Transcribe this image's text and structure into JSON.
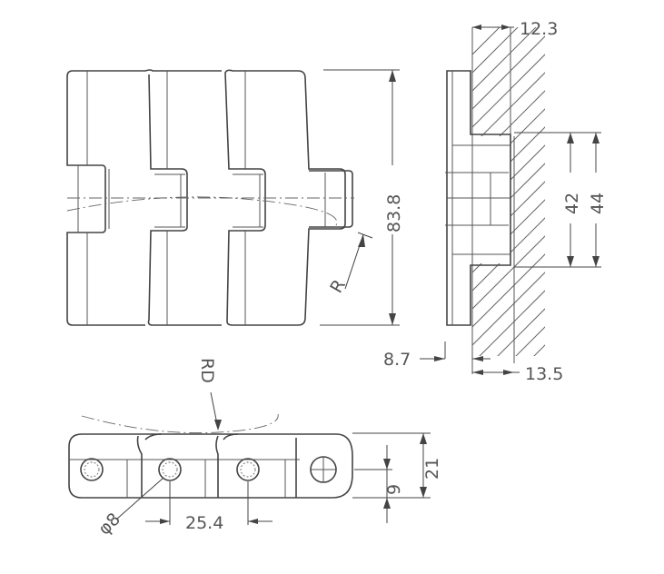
{
  "drawing": {
    "top_view": {
      "width_dim": "83.8",
      "radius_label": "R"
    },
    "side_section": {
      "dim_top": "12.3",
      "dim_inner": "42",
      "dim_outer": "44",
      "dim_left_bottom": "8.7",
      "dim_bottom": "13.5"
    },
    "front_view": {
      "rd_label": "RD",
      "pin_diameter": "φ8",
      "pitch": "25.4",
      "height_total": "21",
      "height_pin": "9"
    }
  },
  "colors": {
    "line": "#444444",
    "text": "#555555",
    "background": "#ffffff"
  }
}
